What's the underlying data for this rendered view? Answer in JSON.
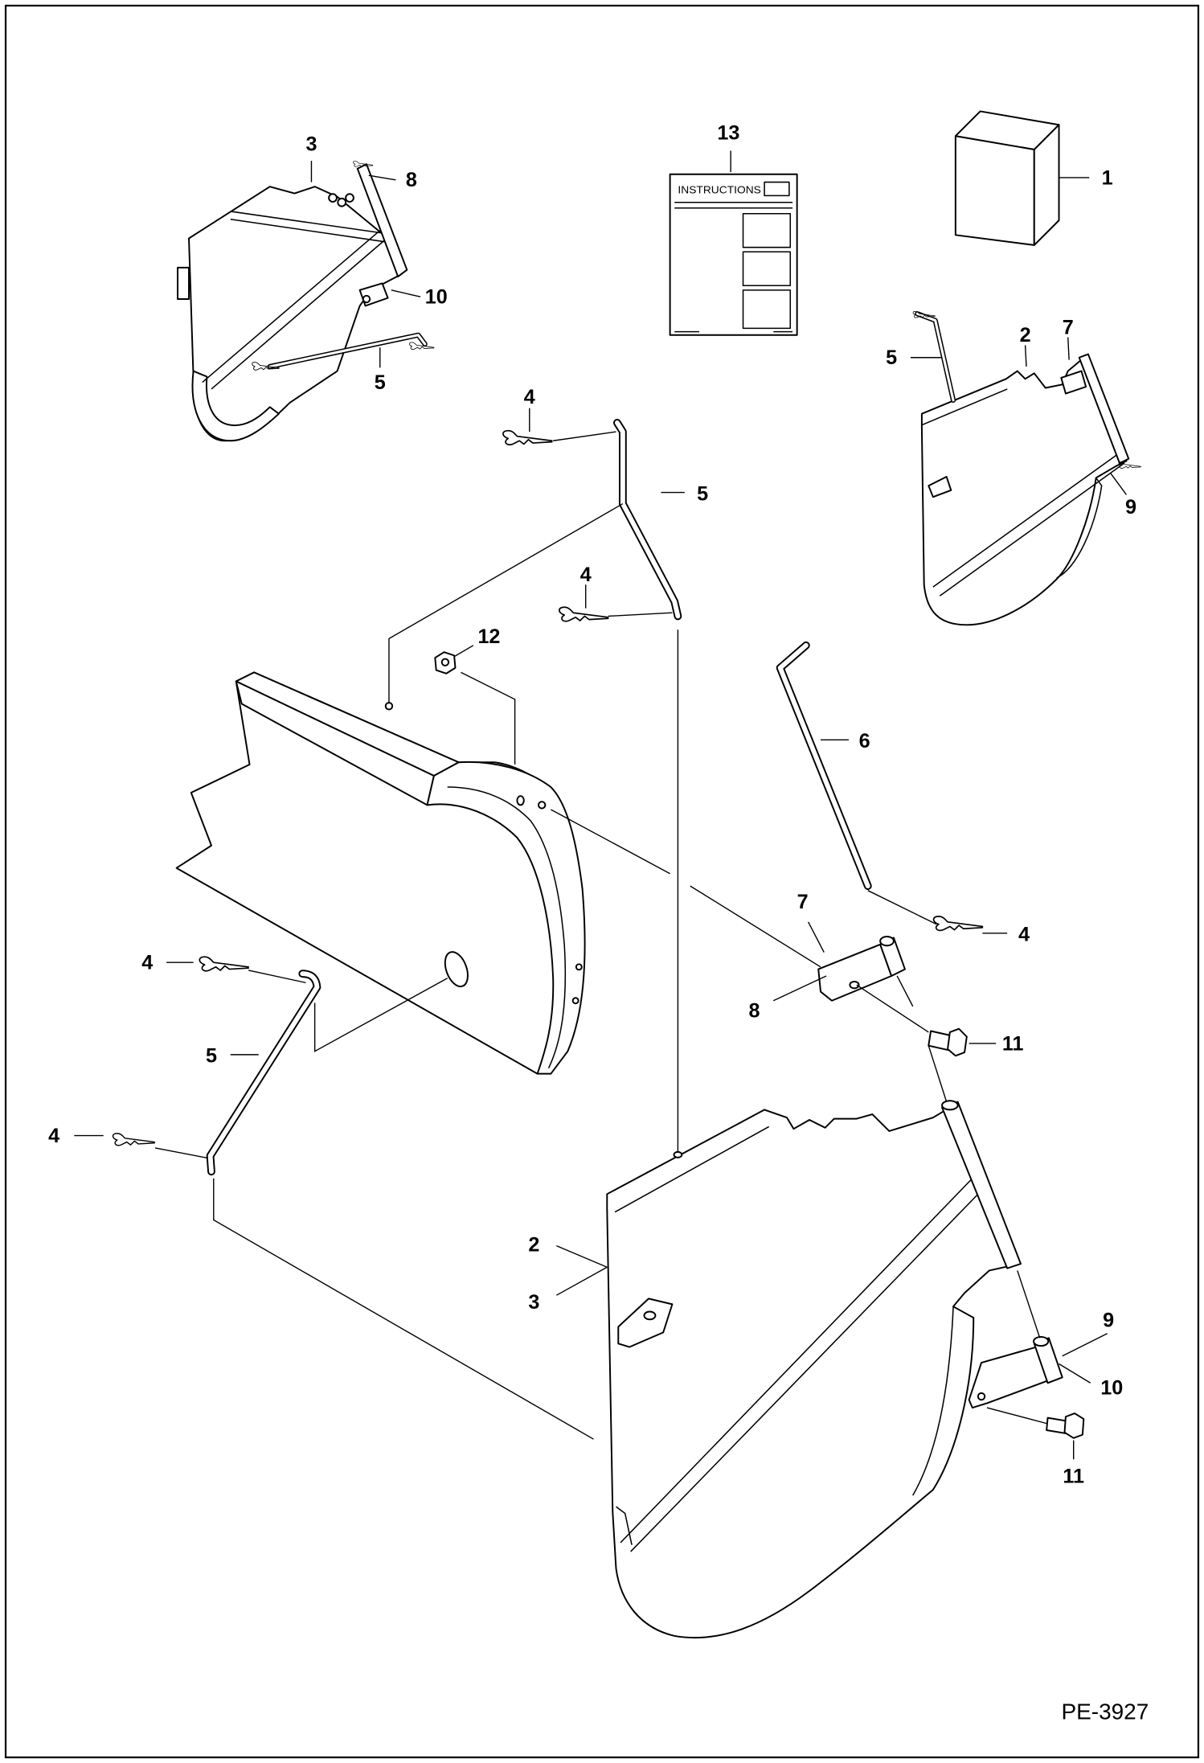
{
  "inset_left": {
    "labels": [
      "3",
      "8",
      "10",
      "5"
    ]
  },
  "booklet": {
    "label": "13",
    "title": "INSTRUCTIONS"
  },
  "kit_box": {
    "label": "1"
  },
  "inset_right": {
    "labels": [
      "5",
      "2",
      "7",
      "9"
    ]
  },
  "main_view": {
    "labels": [
      "4",
      "5",
      "4",
      "12",
      "6",
      "7",
      "4",
      "8",
      "11",
      "4",
      "5",
      "4",
      "2",
      "3",
      "9",
      "10",
      "11"
    ]
  },
  "drawing_number": "PE-3927"
}
